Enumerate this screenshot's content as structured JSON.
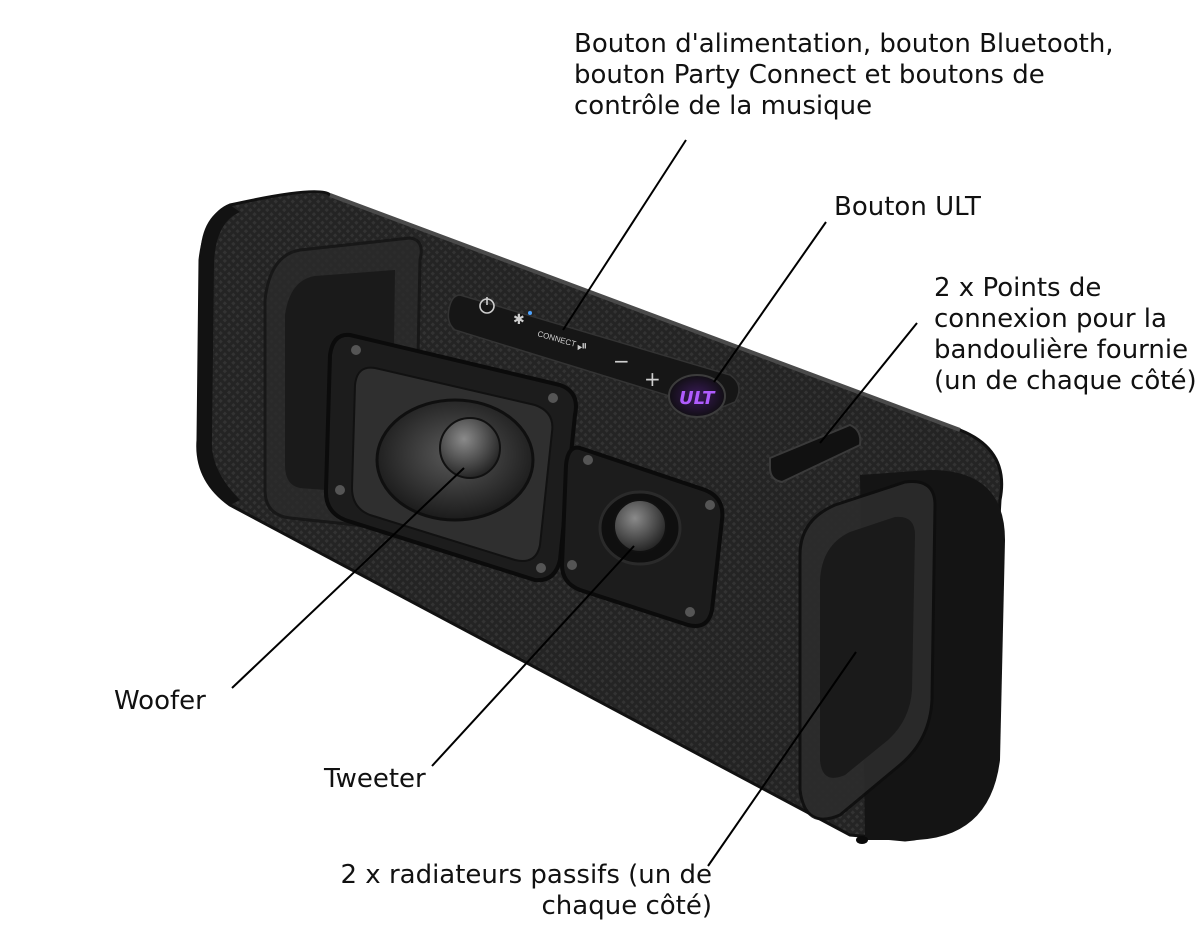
{
  "labels": {
    "controls": [
      "Bouton d'alimentation, bouton Bluetooth,",
      "bouton Party Connect et boutons de",
      "contrôle de la musique"
    ],
    "ult": [
      "Bouton ULT"
    ],
    "strap": [
      "2 x Points de",
      "connexion pour la",
      "bandoulière fournie",
      "(un de chaque côté)"
    ],
    "woofer": [
      "Woofer"
    ],
    "tweeter": [
      "Tweeter"
    ],
    "radiators": [
      "2 x radiateurs passifs (un de",
      "chaque côté)"
    ]
  },
  "device": {
    "panel_text": {
      "connect": "CONNECT",
      "ult": "ULT",
      "minus": "−",
      "plus": "+"
    },
    "colors": {
      "body": "#1e1e1e",
      "fabric": "#2a2a2a",
      "ult_glow": "#b05cff",
      "leader": "#000000"
    },
    "icons": [
      "power-icon",
      "bluetooth-icon",
      "play-pause-icon"
    ]
  }
}
